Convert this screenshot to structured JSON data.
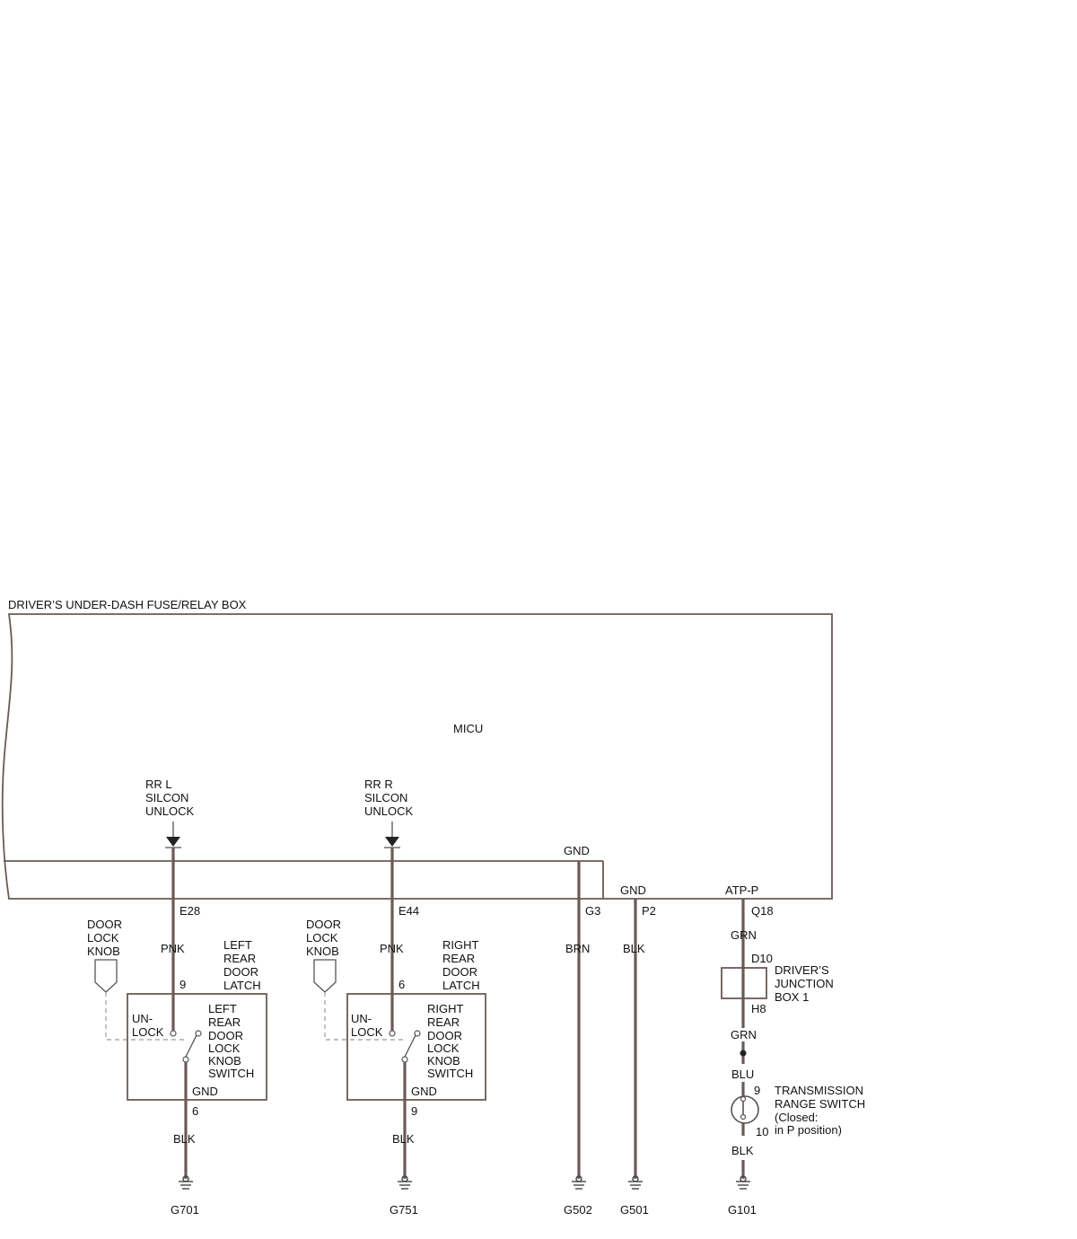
{
  "fuse_box_title": "DRIVER’S UNDER-DASH FUSE/RELAY BOX",
  "micu_label": "MICU",
  "left": {
    "terminal_name": [
      "RR L",
      "SILCON",
      "UNLOCK"
    ],
    "pin": "E28",
    "wire_color": "PNK",
    "knob_label": [
      "DOOR",
      "LOCK",
      "KNOB"
    ],
    "latch_label": [
      "LEFT",
      "REAR",
      "DOOR",
      "LATCH"
    ],
    "latch_pin_in": "9",
    "unlock_label": [
      "UN-",
      "LOCK"
    ],
    "switch_label": [
      "LEFT",
      "REAR",
      "DOOR",
      "LOCK",
      "KNOB",
      "SWITCH"
    ],
    "gnd_label": "GND",
    "latch_pin_out": "6",
    "ground_wire_color": "BLK",
    "ground": "G701"
  },
  "right": {
    "terminal_name": [
      "RR R",
      "SILCON",
      "UNLOCK"
    ],
    "pin": "E44",
    "wire_color": "PNK",
    "knob_label": [
      "DOOR",
      "LOCK",
      "KNOB"
    ],
    "latch_label": [
      "RIGHT",
      "REAR",
      "DOOR",
      "LATCH"
    ],
    "latch_pin_in": "6",
    "unlock_label": [
      "UN-",
      "LOCK"
    ],
    "switch_label": [
      "RIGHT",
      "REAR",
      "DOOR",
      "LOCK",
      "KNOB",
      "SWITCH"
    ],
    "gnd_label": "GND",
    "latch_pin_out": "9",
    "ground_wire_color": "BLK",
    "ground": "G751"
  },
  "gnd_g3": {
    "terminal_name": "GND",
    "pin": "G3",
    "wire_color": "BRN",
    "ground": "G502"
  },
  "gnd_p2": {
    "terminal_name": "GND",
    "pin": "P2",
    "wire_color": "BLK",
    "ground": "G501"
  },
  "atp": {
    "terminal_name": "ATP-P",
    "pin": "Q18",
    "wire_color_1": "GRN",
    "junction_pin_in": "D10",
    "junction_label": [
      "DRIVER’S",
      "JUNCTION",
      "BOX 1"
    ],
    "junction_pin_out": "H8",
    "wire_color_2": "GRN",
    "wire_color_3": "BLU",
    "switch_pin_in": "9",
    "switch_label": [
      "TRANSMISSION",
      "RANGE SWITCH",
      "(Closed:",
      "in P position)"
    ],
    "switch_pin_out": "10",
    "wire_color_4": "BLK",
    "ground": "G101"
  }
}
